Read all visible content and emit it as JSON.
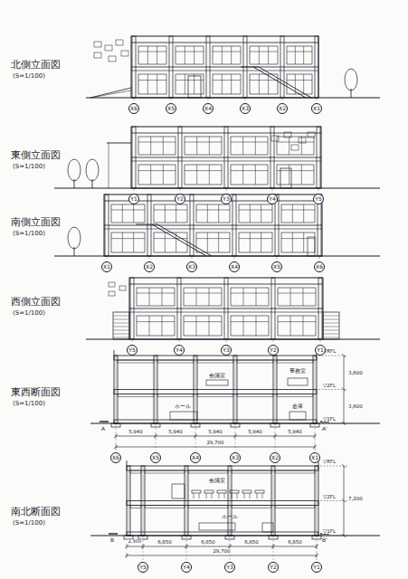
{
  "diagram": {
    "nodes": [
      {
        "text": [
          "X6"
        ]
      },
      {
        "text": [
          "X5"
        ]
      },
      {
        "text": [
          "X4"
        ]
      },
      {
        "text": [
          "X3"
        ]
      },
      {
        "text": [
          "X2"
        ]
      },
      {
        "text": [
          "X1"
        ]
      },
      {
        "text": [
          "Y1"
        ]
      },
      {
        "text": [
          "Y2"
        ]
      },
      {
        "text": [
          "Y3"
        ]
      },
      {
        "text": [
          "Y4"
        ]
      },
      {
        "text": [
          "Y5"
        ]
      },
      {
        "text": [
          "X1"
        ]
      },
      {
        "text": [
          "X2"
        ]
      },
      {
        "text": [
          "X3"
        ]
      },
      {
        "text": [
          "X4"
        ]
      },
      {
        "text": [
          "X5"
        ]
      },
      {
        "text": [
          "X6"
        ]
      },
      {
        "text": [
          "Y5"
        ]
      },
      {
        "text": [
          "Y4"
        ]
      },
      {
        "text": [
          "Y3"
        ]
      },
      {
        "text": [
          "Y2"
        ]
      },
      {
        "text": [
          "Y1"
        ]
      },
      {
        "text": [
          "X6"
        ]
      },
      {
        "text": [
          "X5"
        ]
      },
      {
        "text": [
          "X4"
        ]
      },
      {
        "text": [
          "X3"
        ]
      },
      {
        "text": [
          "X2"
        ]
      },
      {
        "text": [
          "X1"
        ]
      },
      {
        "text": [
          "Y5"
        ]
      },
      {
        "text": [
          "Y4"
        ]
      },
      {
        "text": [
          "Y3"
        ]
      },
      {
        "text": [
          "Y2"
        ]
      },
      {
        "text": [
          "Y1"
        ]
      }
    ],
    "labels": [
      "北側立面図",
      "(S=1/100)",
      "東側立面図",
      "(S=1/100)",
      "南側立面図",
      "(S=1/100)",
      "西側立面図",
      "(S=1/100)",
      "東西断面図",
      "(S=1/100)",
      "南北断面図",
      "(S=1/100)",
      "会議室",
      "事務室",
      "ホール",
      "倉庫",
      "5,940",
      "5,940",
      "5,940",
      "5,940",
      "5,940",
      "29,700",
      "▽RFL",
      "▽2FL",
      "▽1FL",
      "3,600",
      "3,600",
      "A",
      "A'",
      "会議室",
      "ホール",
      "2,300",
      "6,850",
      "6,850",
      "6,850",
      "6,850",
      "29,700",
      "▽RFL",
      "▽2FL",
      "▽1FL",
      "7,200",
      "B",
      "B'"
    ]
  }
}
